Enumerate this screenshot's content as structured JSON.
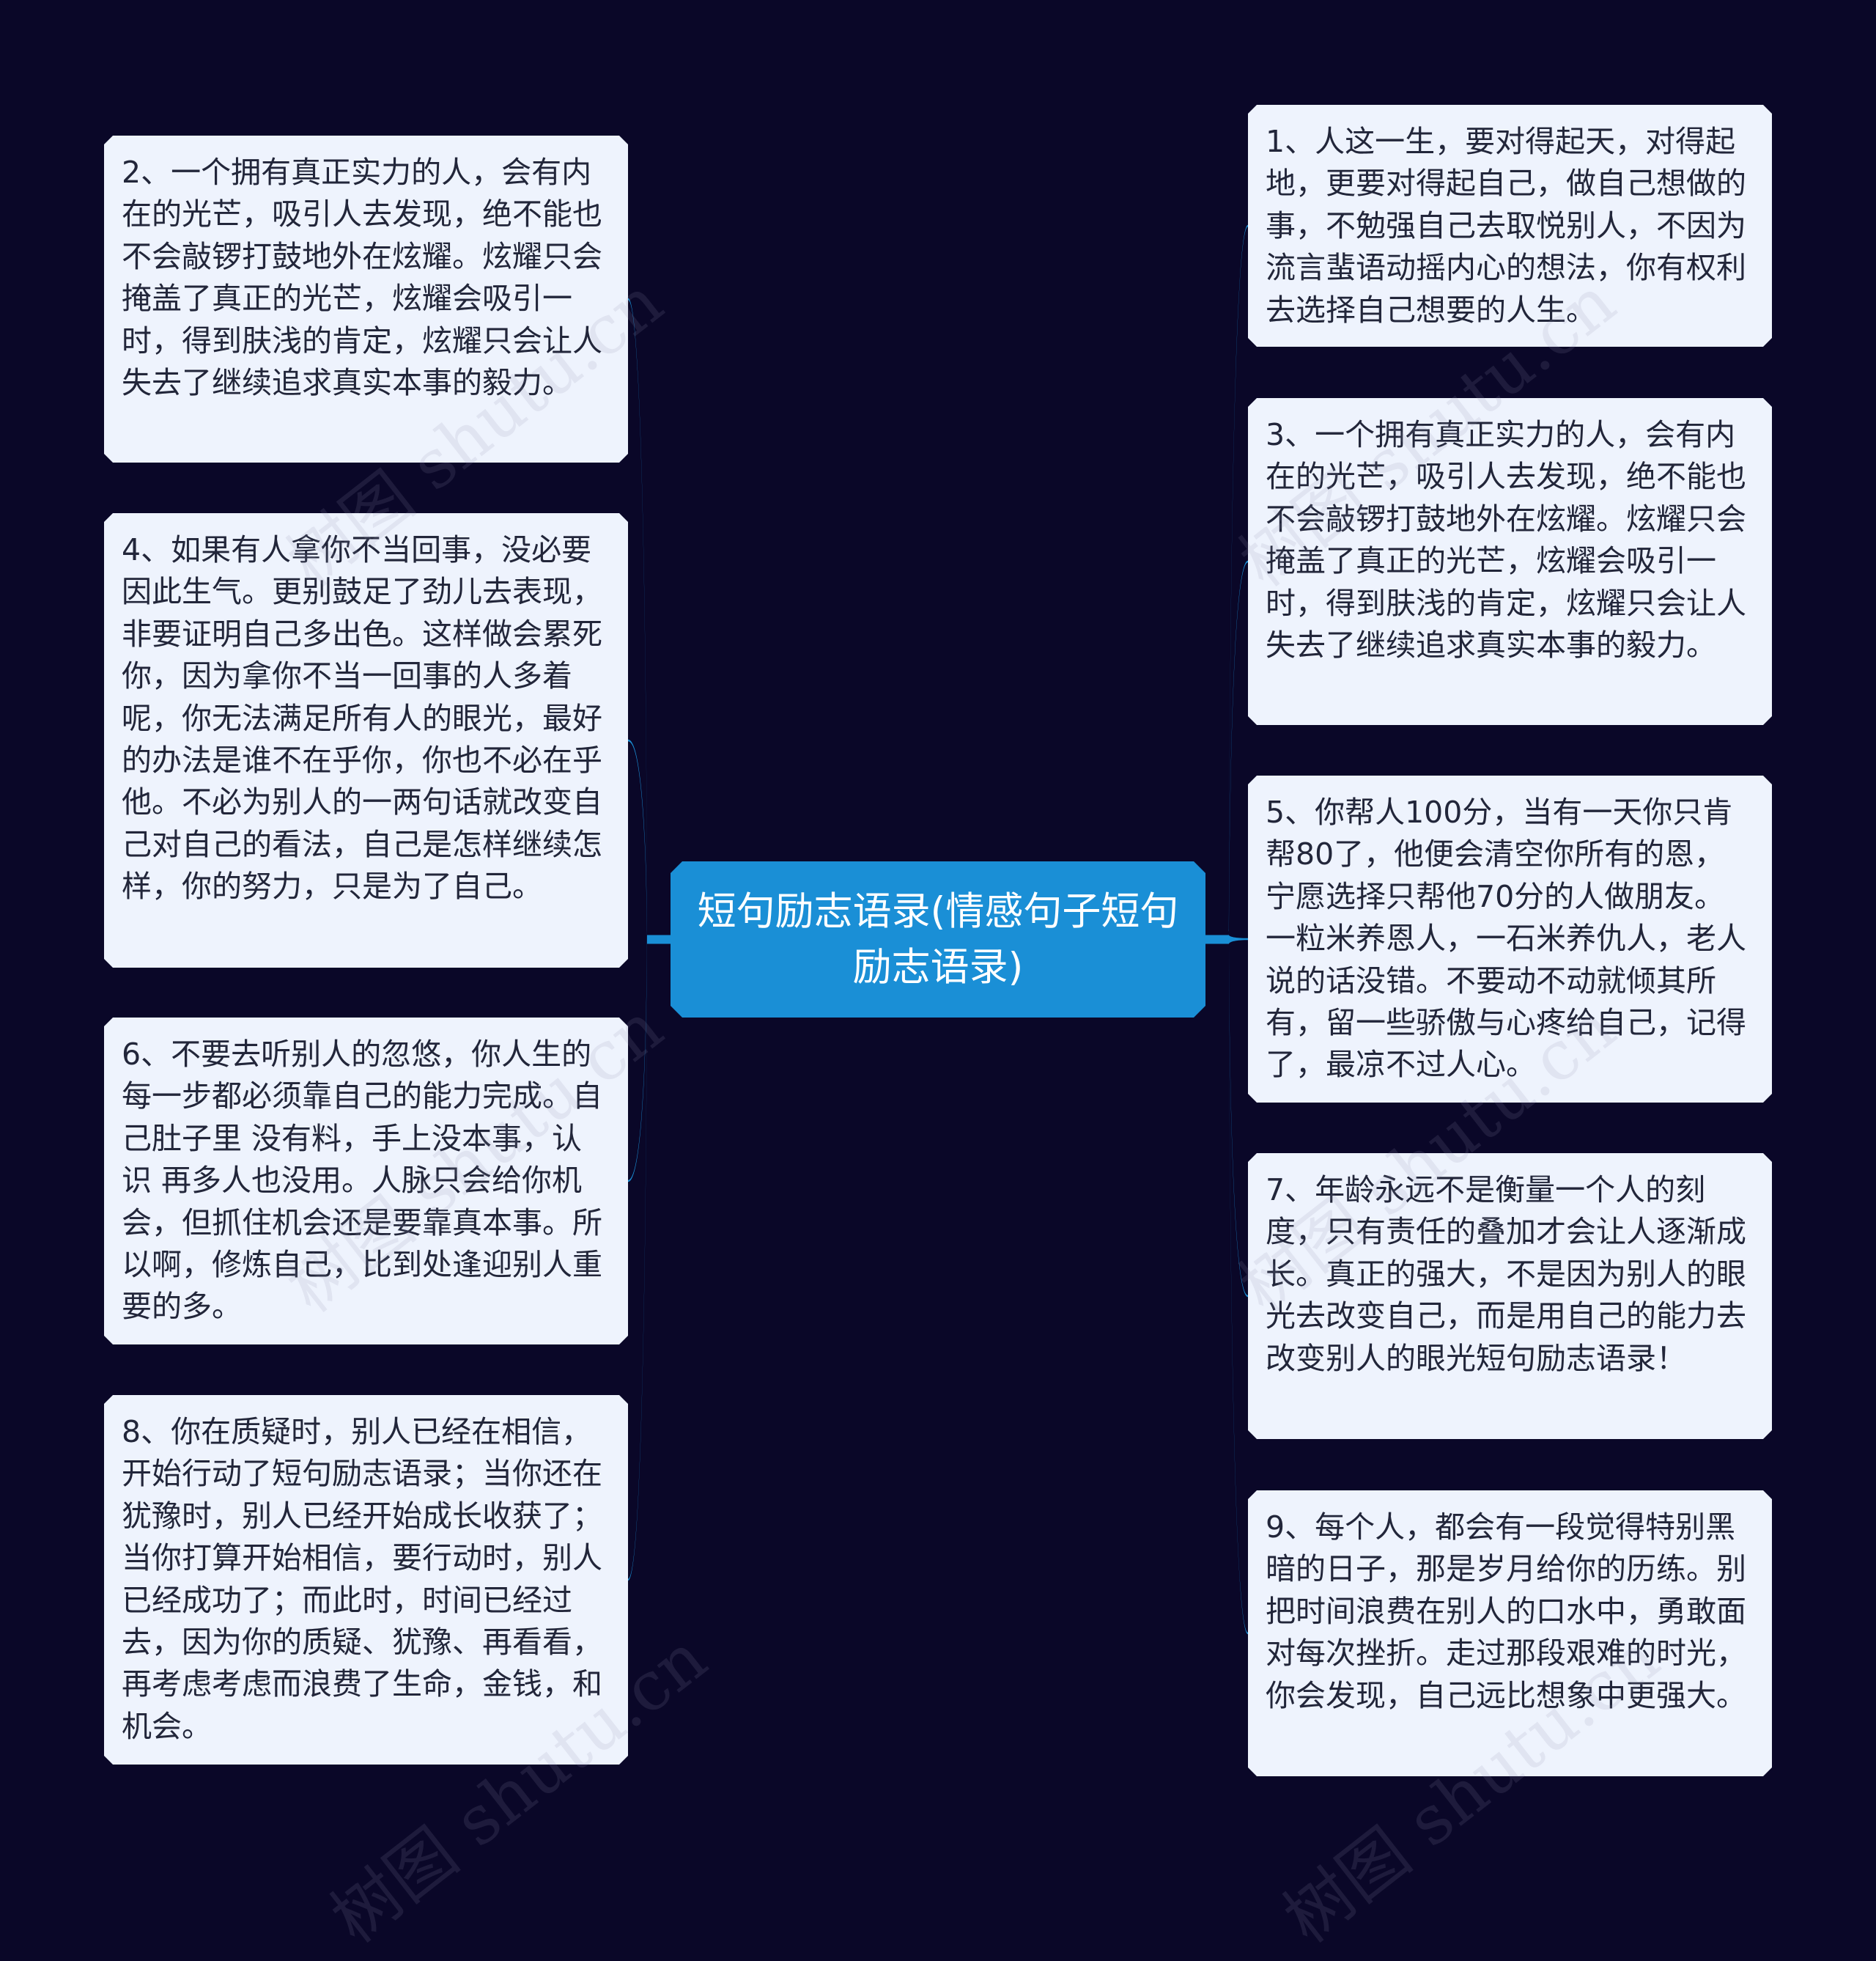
{
  "center": {
    "title": "短句励志语录(情感句子短句励志语录)"
  },
  "left_nodes": [
    {
      "text": "2、一个拥有真正实力的人，会有内在的光芒，吸引人去发现，绝不能也不会敲锣打鼓地外在炫耀。炫耀只会掩盖了真正的光芒，炫耀会吸引一时，得到肤浅的肯定，炫耀只会让人失去了继续追求真实本事的毅力。"
    },
    {
      "text": "4、如果有人拿你不当回事，没必要因此生气。更别鼓足了劲儿去表现，非要证明自己多出色。这样做会累死你，因为拿你不当一回事的人多着呢，你无法满足所有人的眼光，最好的办法是谁不在乎你，你也不必在乎他。不必为别人的一两句话就改变自己对自己的看法，自己是怎样继续怎样，你的努力，只是为了自己。"
    },
    {
      "text": "6、不要去听别人的忽悠，你人生的每一步都必须靠自己的能力完成。自己肚子里 没有料，手上没本事，认识 再多人也没用。人脉只会给你机会，但抓住机会还是要靠真本事。所以啊，修炼自己，比到处逢迎别人重要的多。"
    },
    {
      "text": "8、你在质疑时，别人已经在相信，开始行动了短句励志语录；当你还在犹豫时，别人已经开始成长收获了；当你打算开始相信，要行动时，别人已经成功了；而此时，时间已经过去，因为你的质疑、犹豫、再看看，再考虑考虑而浪费了生命，金钱，和机会。"
    }
  ],
  "right_nodes": [
    {
      "text": "1、人这一生，要对得起天，对得起地，更要对得起自己，做自己想做的事，不勉强自己去取悦别人，不因为流言蜚语动摇内心的想法，你有权利去选择自己想要的人生。"
    },
    {
      "text": "3、一个拥有真正实力的人，会有内在的光芒，吸引人去发现，绝不能也不会敲锣打鼓地外在炫耀。炫耀只会掩盖了真正的光芒，炫耀会吸引一时，得到肤浅的肯定，炫耀只会让人失去了继续追求真实本事的毅力。"
    },
    {
      "text": "5、你帮人100分，当有一天你只肯帮80了，他便会清空你所有的恩，宁愿选择只帮他70分的人做朋友。一粒米养恩人，一石米养仇人，老人说的话没错。不要动不动就倾其所有，留一些骄傲与心疼给自己，记得了，最凉不过人心。"
    },
    {
      "text": "7、年龄永远不是衡量一个人的刻度，只有责任的叠加才会让人逐渐成长。真正的强大，不是因为别人的眼光去改变自己，而是用自己的能力去改变别人的眼光短句励志语录！"
    },
    {
      "text": "9、每个人，都会有一段觉得特别黑暗的日子，那是岁月给你的历练。别把时间浪费在别人的口水中，勇敢面对每次挫折。走过那段艰难的时光，你会发现，自己远比想象中更强大。"
    }
  ],
  "watermark_text": "树图 shutu.cn",
  "colors": {
    "background": "#0a0728",
    "center_fill": "#1a8fd6",
    "node_fill": "#eef3fd",
    "connector": "#1a8fd6",
    "text": "#22263a"
  }
}
